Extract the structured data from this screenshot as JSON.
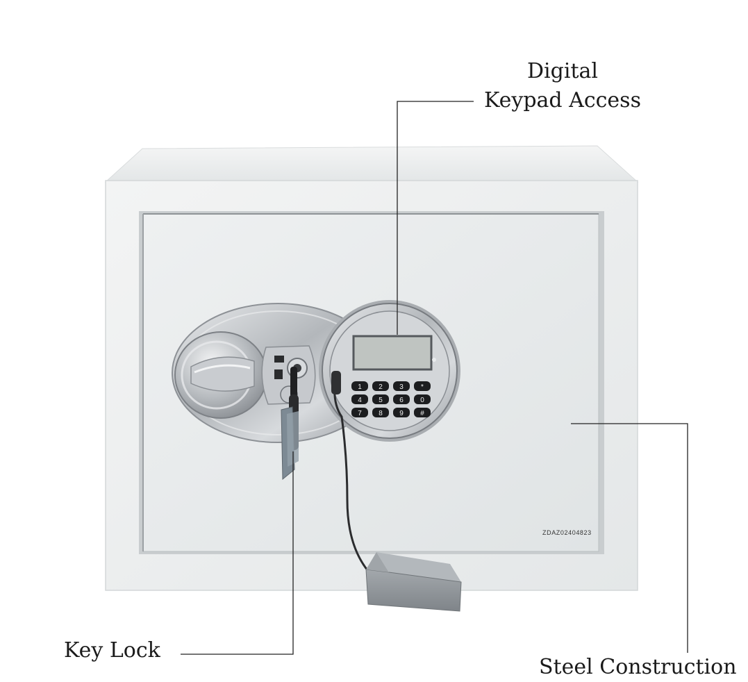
{
  "callouts": {
    "digital_line1": "Digital",
    "digital_line2": "Keypad Access",
    "key_lock": "Key Lock",
    "steel_construction": "Steel Construction"
  },
  "product": {
    "serial_number": "ZDAZ02404823",
    "keypad_keys": [
      "1",
      "2",
      "3",
      "*",
      "4",
      "5",
      "6",
      "0",
      "7",
      "8",
      "9",
      "#"
    ]
  },
  "colors": {
    "body_white": "#eef0f0",
    "door_panel": "#e6e9ea",
    "chrome": "#b9bcc0",
    "lcd": "#bfc4c1",
    "key_black": "#1c1d1f",
    "battery_box": "#8f9498",
    "leader_line": "#222222"
  }
}
